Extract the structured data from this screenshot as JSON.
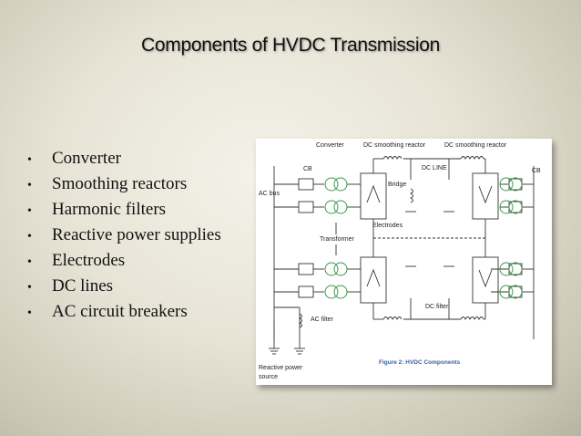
{
  "slide": {
    "title": "Components of HVDC Transmission",
    "bullets": [
      "Converter",
      "Smoothing reactors",
      "Harmonic filters",
      "Reactive power supplies",
      "Electrodes",
      "DC lines",
      "AC circuit breakers"
    ]
  },
  "figure": {
    "labels": {
      "converter": "Converter",
      "dc_smoothing_reactor_1": "DC smoothing reactor",
      "dc_smoothing_reactor_2": "DC smoothing reactor",
      "cb_left": "CB",
      "cb_right": "CB",
      "dc_line": "DC LINE",
      "ac_bus": "AC bus",
      "bridge": "Bridge",
      "electrodes": "Electrodes",
      "transformer": "Transformer",
      "ac_filter": "AC filter",
      "dc_filter": "DC filter",
      "reactive_power_1": "Reactive power",
      "reactive_power_2": "source",
      "caption": "Figure 2: HVDC Components"
    }
  },
  "colors": {
    "diagram_green": "#3a9a4a",
    "diagram_line": "#333333",
    "caption_blue": "#3a5fa8"
  }
}
